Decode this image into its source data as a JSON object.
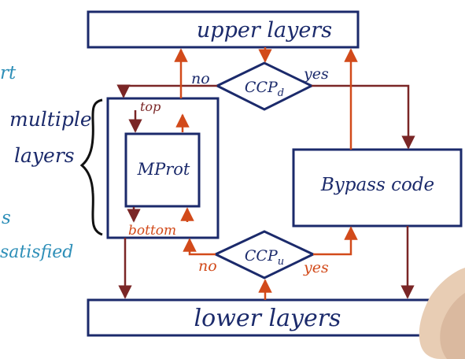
{
  "diagram": {
    "boxes": {
      "upper_layers": "upper layers",
      "lower_layers": "lower layers",
      "mprot": "MProt",
      "bypass": "Bypass code"
    },
    "decisions": {
      "ccp_d_main": "CCP",
      "ccp_d_sub": "d",
      "ccp_u_main": "CCP",
      "ccp_u_sub": "u"
    },
    "branch_labels": {
      "top_no": "no",
      "top_yes": "yes",
      "bottom_no": "no",
      "bottom_yes": "yes"
    },
    "layer_labels": {
      "top": "top",
      "bottom": "bottom",
      "multiple": "multiple",
      "layers": "layers"
    },
    "side_fragments": {
      "frag_a": "rt",
      "frag_s": "s",
      "frag_satisfied": "satisfied"
    }
  },
  "colors": {
    "navy": "#1b2a6b",
    "maroon": "#7a2626",
    "orange": "#d24a1a",
    "teal": "#2e8fb8",
    "skin": "#e8cdb4"
  }
}
